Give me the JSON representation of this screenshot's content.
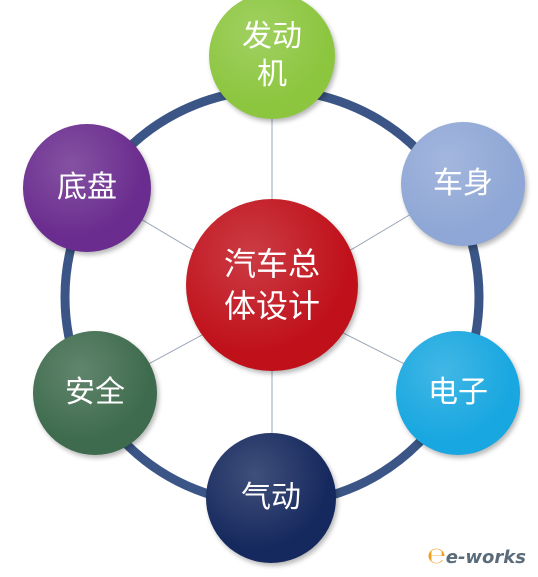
{
  "diagram": {
    "center": {
      "label": "汽车总\n体设计",
      "color": "#c0111b"
    },
    "ring_color": "#3b5686",
    "spoke_color": "#9aa7b8",
    "nodes": [
      {
        "id": "engine",
        "label": "发动\n机",
        "color": "#8cc63f"
      },
      {
        "id": "body",
        "label": "车身",
        "color": "#8fa7d6"
      },
      {
        "id": "electronic",
        "label": "电子",
        "color": "#18a7e0"
      },
      {
        "id": "pneumatic",
        "label": "气动",
        "color": "#16295e"
      },
      {
        "id": "safety",
        "label": "安全",
        "color": "#3e6b4d"
      },
      {
        "id": "chassis",
        "label": "底盘",
        "color": "#6a2c8e"
      }
    ]
  },
  "watermark": {
    "text": "e-works"
  }
}
